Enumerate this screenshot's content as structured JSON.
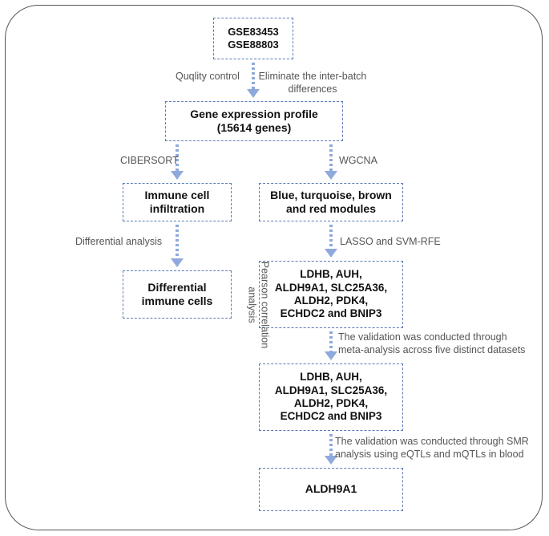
{
  "colors": {
    "arrow": "#8fa9dc",
    "box_border": "#5b7bb8",
    "frame": "#555555"
  },
  "boxes": {
    "gse": "GSE83453\nGSE88803",
    "gene_expression": "Gene expression profile\n(15614 genes)",
    "immune_infiltration": "Immune cell\ninfiltration",
    "modules": "Blue, turquoise, brown\nand red modules",
    "differential_cells": "Differential\nimmune cells",
    "genes_1": "LDHB, AUH,\nALDH9A1, SLC25A36,\nALDH2, PDK4,\nECHDC2 and BNIP3",
    "genes_2": "LDHB, AUH,\nALDH9A1, SLC25A36,\nALDH2, PDK4,\nECHDC2 and BNIP3",
    "final": "ALDH9A1"
  },
  "labels": {
    "quality_control": "Quqlity control",
    "eliminate": "Eliminate the inter-batch\ndifferences",
    "cibersort": "CIBERSORT",
    "wgcna": "WGCNA",
    "differential_analysis": "Differential analysis",
    "lasso_svm": "LASSO and SVM-RFE",
    "pearson": "Pearson correlation\nanalysis",
    "meta_validation": "The validation was conducted through\nmeta-analysis across five distinct datasets",
    "smr_validation": "The validation was conducted through SMR\nanalysis using eQTLs and mQTLs in blood"
  }
}
